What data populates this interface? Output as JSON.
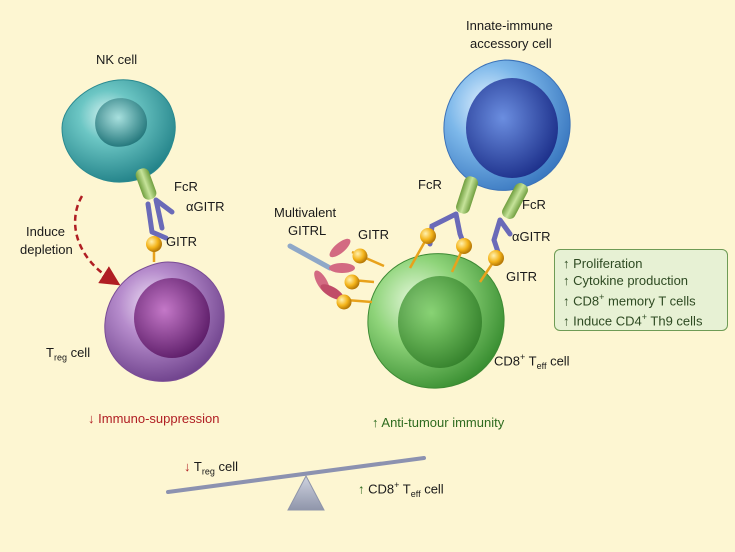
{
  "labels": {
    "nk_cell": "NK cell",
    "innate_cell_line1": "Innate-immune",
    "innate_cell_line2": "accessory cell",
    "fcr_left": "FcR",
    "agitr_left": "αGITR",
    "gitr_left": "GITR",
    "induce_line1": "Induce",
    "induce_line2": "depletion",
    "treg_main": "T",
    "treg_sub": "reg",
    "treg_suffix": " cell",
    "multivalent_line1": "Multivalent",
    "multivalent_line2": "GITRL",
    "gitr_center": "GITR",
    "fcr_right1": "FcR",
    "fcr_right2": "FcR",
    "agitr_right": "αGITR",
    "gitr_right": "GITR",
    "cd8_main": "CD8",
    "cd8_sup": "+",
    "cd8_t": " T",
    "cd8_sub": "eff",
    "cd8_suffix": " cell"
  },
  "effects": {
    "arrow": "↑",
    "items": [
      "Proliferation",
      "Cytokine production",
      "CD8",
      "+",
      " memory T cells",
      "Induce CD4",
      "+",
      " Th9 cells"
    ]
  },
  "outcomes": {
    "down_arrow": "↓",
    "up_arrow": "↑",
    "immunosuppression": "Immuno-suppression",
    "antitumour": "Anti-tumour immunity"
  },
  "balance": {
    "left_main": "T",
    "left_sub": "reg",
    "left_suffix": " cell",
    "right_main": "CD8",
    "right_sup": "+",
    "right_t": " T",
    "right_sub": "eff",
    "right_suffix": " cell"
  },
  "colors": {
    "background": "#fdf6d2",
    "nk_cell": "#4fb8b8",
    "treg_cell": "#8b4fa8",
    "innate_cell": "#3f6fc0",
    "cd8_cell": "#5db84a",
    "gitr_ball": "#f0b21e",
    "fcr": "#9cc86a",
    "antibody": "#6a6ab8",
    "gitrl": "#d0506a",
    "arrow_red": "#b01e23",
    "green_text": "#2e6b1f"
  }
}
